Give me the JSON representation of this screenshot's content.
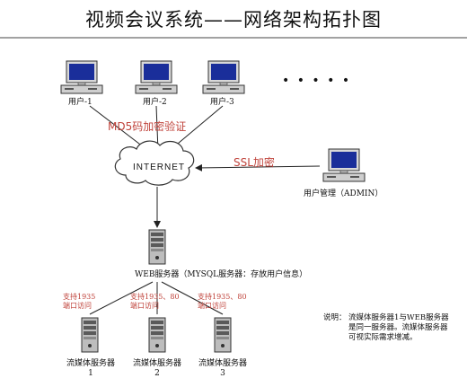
{
  "title": "视频会议系统——网络架构拓扑图",
  "clients": [
    {
      "label": "用户-1"
    },
    {
      "label": "用户-2"
    },
    {
      "label": "用户-3"
    }
  ],
  "more_indicator": "• • • • •",
  "md5_label": "MD5码加密验证",
  "internet_label": "INTERNET",
  "ssl_label": "SSL加密",
  "admin_label": "用户管理（ADMIN）",
  "web_server_label": "WEB服务器（MYSQL服务器：存放用户信息）",
  "stream_support": [
    {
      "line1": "支持1935",
      "line2": "端口访问"
    },
    {
      "line1": "支持1935、80",
      "line2": "端口访问"
    },
    {
      "line1": "支持1935、80",
      "line2": "端口访问"
    }
  ],
  "stream_servers": [
    {
      "name": "流媒体服务器",
      "num": "1"
    },
    {
      "name": "流媒体服务器",
      "num": "2"
    },
    {
      "name": "流媒体服务器",
      "num": "3"
    }
  ],
  "note": {
    "heading": "说明：",
    "lines": [
      "流媒体服务器1与WEB服务器",
      "是同一服务器。流媒体服务器",
      "可视实际需求增减。"
    ]
  },
  "colors": {
    "accent_red": "#c0443c",
    "line": "#222222",
    "monitor_screen": "#1a2e9a"
  }
}
